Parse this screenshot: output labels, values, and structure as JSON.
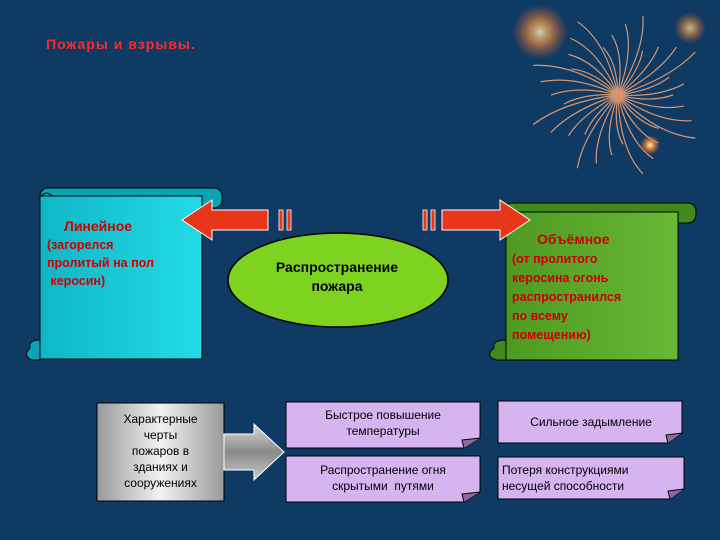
{
  "title": "Пожары и взрывы.",
  "left_scroll": {
    "heading": "Линейное",
    "lines": [
      "(загорелся",
      "пролитый на пол",
      " керосин)"
    ]
  },
  "right_scroll": {
    "heading": "Объёмное",
    "lines": [
      "(от пролитого",
      "керосина огонь",
      "распространился",
      "по всему",
      "помещению)"
    ]
  },
  "center": {
    "line1": "Распространение",
    "line2": "пожара"
  },
  "features_box": {
    "lines": [
      "Характерные",
      "черты",
      "пожаров в",
      "зданиях и",
      "сооружениях"
    ]
  },
  "feature_items": {
    "item1": {
      "line1": "Быстрое повышение",
      "line2": "температуры"
    },
    "item2": {
      "line1": "Сильное задымление"
    },
    "item3": {
      "line1": "Распространение огня",
      "line2": "скрытыми  путями"
    },
    "item4": {
      "line1": "Потеря конструкциями",
      "line2": "несущей способности"
    }
  },
  "decoration": {
    "image": "fireworks-image"
  },
  "colors": {
    "background": "#0e3a63",
    "title": "#ff2a2a",
    "left_scroll": "#17c9d6",
    "right_scroll": "#5fa82a",
    "ellipse": "#7ed321",
    "arrow": "#e8361a",
    "feature_box": "#d6b4f0"
  }
}
